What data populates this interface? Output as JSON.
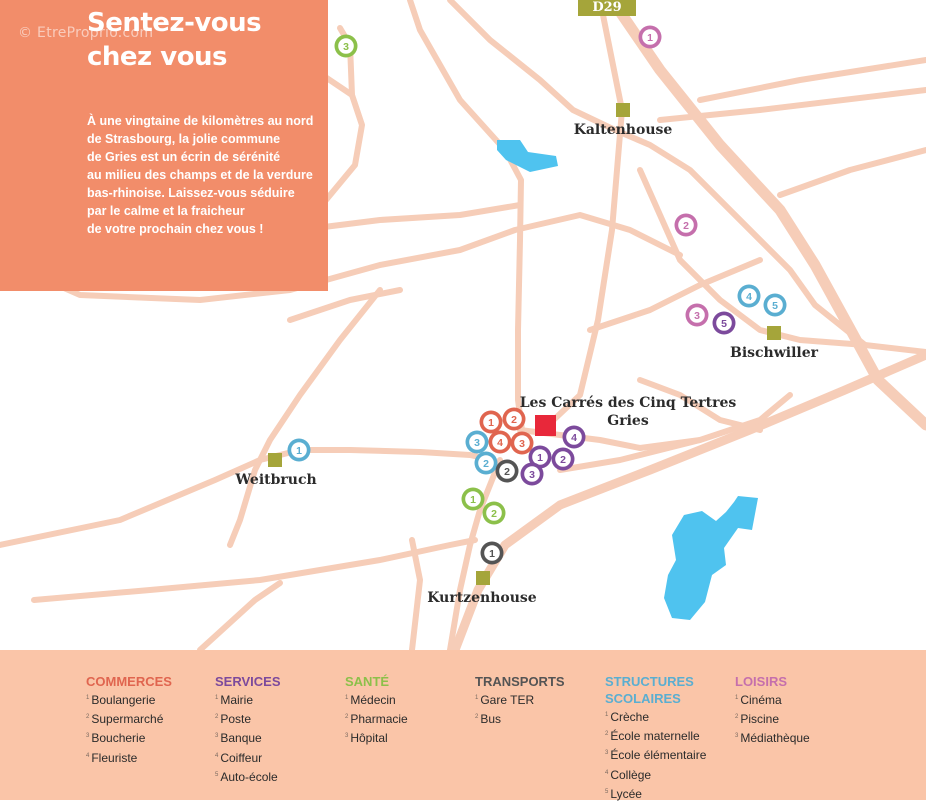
{
  "watermark": "© EtreProprio.com",
  "intro": {
    "title_line1": "Sentez-vous",
    "title_line2": "chez vous",
    "text_lines": [
      "À une vingtaine de kilomètres au nord",
      "de Strasbourg, la jolie commune",
      "de Gries est un écrin de sérénité",
      "au milieu des champs et de la verdure",
      "bas-rhinoise. Laissez-vous séduire",
      "par le calme et la fraicheur",
      "de votre prochain chez vous !"
    ]
  },
  "map": {
    "road_sign": "D29",
    "towns": [
      "Kaltenhouse",
      "Bischwiller",
      "Weitbruch",
      "Kurtzenhouse"
    ],
    "project_label_line1": "Les Carrés des Cinq Tertres",
    "project_label_line2": "Gries",
    "markers": [
      {
        "category": "loisirs",
        "number": "1"
      },
      {
        "category": "sante",
        "number": "3"
      },
      {
        "category": "loisirs",
        "number": "2"
      },
      {
        "category": "structures",
        "number": "4"
      },
      {
        "category": "structures",
        "number": "5"
      },
      {
        "category": "loisirs",
        "number": "3"
      },
      {
        "category": "services",
        "number": "5"
      },
      {
        "category": "commerces",
        "number": "1"
      },
      {
        "category": "commerces",
        "number": "2"
      },
      {
        "category": "structures",
        "number": "3"
      },
      {
        "category": "commerces",
        "number": "4"
      },
      {
        "category": "commerces",
        "number": "3"
      },
      {
        "category": "services",
        "number": "4"
      },
      {
        "category": "services",
        "number": "1"
      },
      {
        "category": "services",
        "number": "2"
      },
      {
        "category": "structures",
        "number": "2"
      },
      {
        "category": "transports",
        "number": "2"
      },
      {
        "category": "services",
        "number": "3"
      },
      {
        "category": "structures",
        "number": "1"
      },
      {
        "category": "sante",
        "number": "1"
      },
      {
        "category": "sante",
        "number": "2"
      },
      {
        "category": "transports",
        "number": "1"
      }
    ]
  },
  "colors": {
    "commerces": "#e0654f",
    "services": "#7c4a9c",
    "sante": "#8cc04a",
    "transports": "#545454",
    "structures": "#5aaed1",
    "loisirs": "#c56fac",
    "road": "#f6cdb8",
    "water": "#4fc3ef",
    "town_square": "#a5a53a",
    "project": "#e8283a",
    "panel": "#f28d6a",
    "legend_bg": "#fac5a8"
  },
  "legend": [
    {
      "key": "commerces",
      "title_lines": [
        "COMMERCES"
      ],
      "items": [
        "Boulangerie",
        "Supermarché",
        "Boucherie",
        "Fleuriste"
      ]
    },
    {
      "key": "services",
      "title_lines": [
        "SERVICES"
      ],
      "items": [
        "Mairie",
        "Poste",
        "Banque",
        "Coiffeur",
        "Auto-école"
      ]
    },
    {
      "key": "sante",
      "title_lines": [
        "SANTÉ"
      ],
      "items": [
        "Médecin",
        "Pharmacie",
        "Hôpital"
      ]
    },
    {
      "key": "transports",
      "title_lines": [
        "TRANSPORTS"
      ],
      "items": [
        "Gare TER",
        "Bus"
      ]
    },
    {
      "key": "structures",
      "title_lines": [
        "STRUCTURES",
        "SCOLAIRES"
      ],
      "items": [
        "Crèche",
        "École maternelle",
        "École élémentaire",
        "Collège",
        "Lycée"
      ]
    },
    {
      "key": "loisirs",
      "title_lines": [
        "LOISIRS"
      ],
      "items": [
        "Cinéma",
        "Piscine",
        "Médiathèque"
      ]
    }
  ]
}
